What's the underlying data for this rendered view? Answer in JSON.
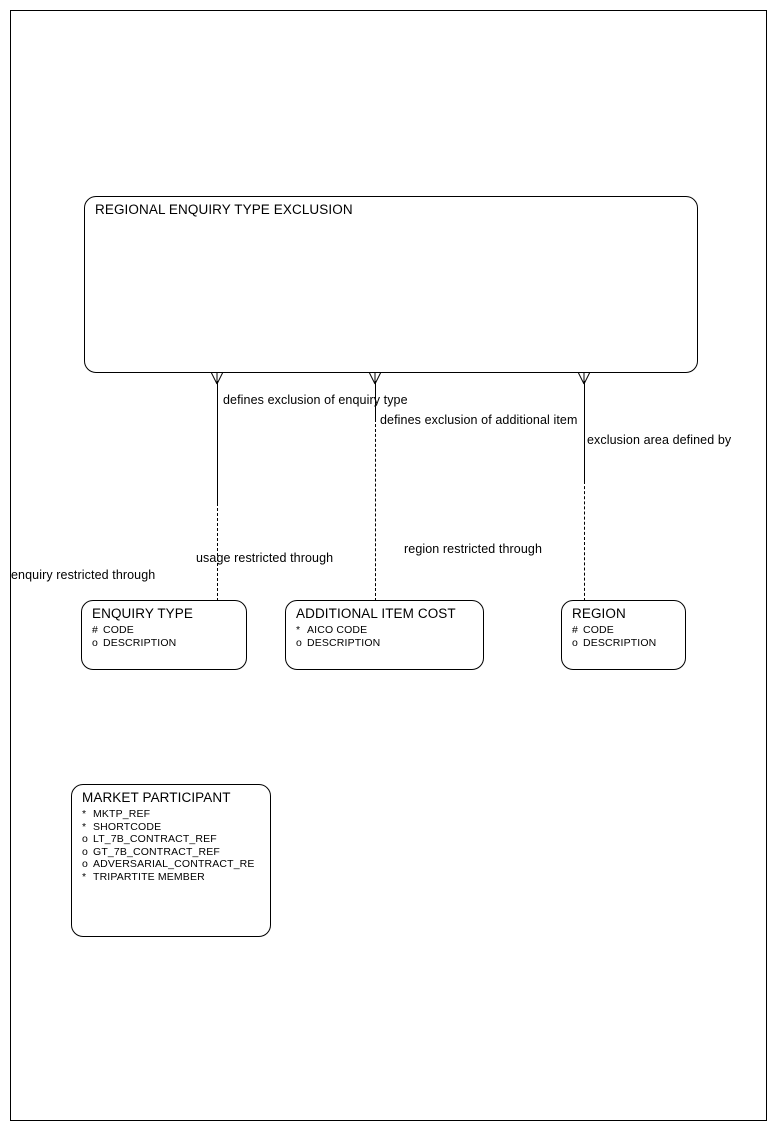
{
  "diagram": {
    "type": "entity-relationship-diagram",
    "notation": "barker",
    "page_border": true
  },
  "entities": [
    {
      "id": "regional-enquiry-type-exclusion",
      "name": "REGIONAL ENQUIRY TYPE EXCLUSION",
      "attributes": []
    },
    {
      "id": "enquiry-type",
      "name": "ENQUIRY TYPE",
      "attributes": [
        {
          "marker": "#",
          "label": "CODE"
        },
        {
          "marker": "o",
          "label": "DESCRIPTION"
        }
      ]
    },
    {
      "id": "additional-item-cost",
      "name": "ADDITIONAL ITEM COST",
      "attributes": [
        {
          "marker": "*",
          "label": "AICO CODE"
        },
        {
          "marker": "o",
          "label": "DESCRIPTION"
        }
      ]
    },
    {
      "id": "region",
      "name": "REGION",
      "attributes": [
        {
          "marker": "#",
          "label": "CODE"
        },
        {
          "marker": "o",
          "label": "DESCRIPTION"
        }
      ]
    },
    {
      "id": "market-participant",
      "name": "MARKET PARTICIPANT",
      "attributes": [
        {
          "marker": "*",
          "label": "MKTP_REF"
        },
        {
          "marker": "*",
          "label": "SHORTCODE"
        },
        {
          "marker": "o",
          "label": "LT_7B_CONTRACT_REF"
        },
        {
          "marker": "o",
          "label": "GT_7B_CONTRACT_REF"
        },
        {
          "marker": "o",
          "label": "ADVERSARIAL_CONTRACT_RE"
        },
        {
          "marker": "*",
          "label": "TRIPARTITE MEMBER"
        }
      ]
    }
  ],
  "relationships": [
    {
      "id": "rel-enquiry-type",
      "from_label": "defines exclusion of enquiry type",
      "to_label": "enquiry restricted through"
    },
    {
      "id": "rel-additional-item",
      "from_label": "defines exclusion of additional item",
      "to_label": "usage restricted through"
    },
    {
      "id": "rel-region",
      "from_label": "exclusion area defined by",
      "to_label": "region restricted through"
    }
  ]
}
